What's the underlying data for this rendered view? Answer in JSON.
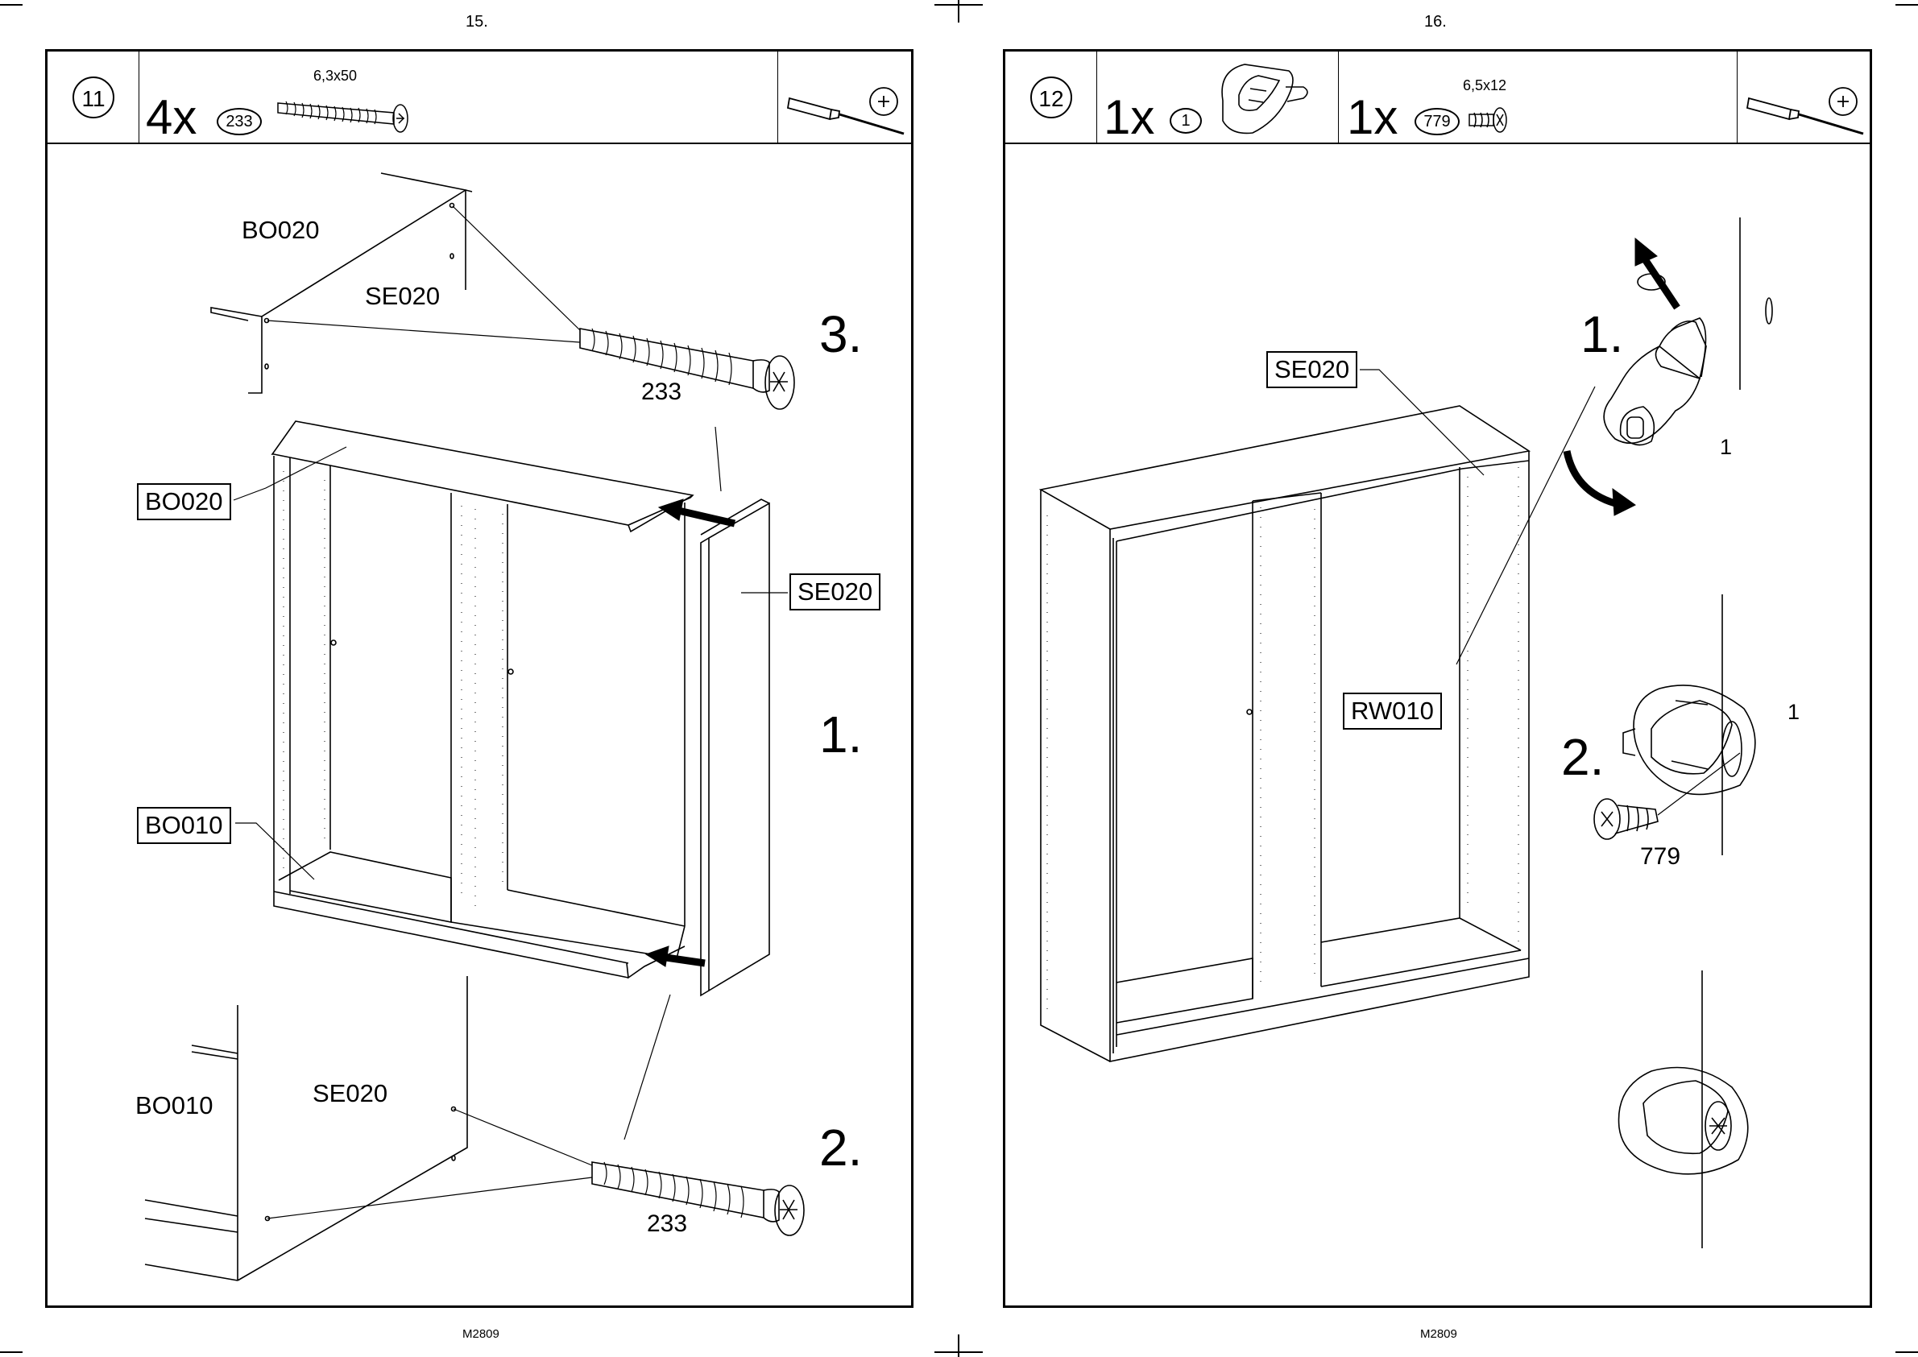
{
  "pages": [
    {
      "page_number": "15.",
      "footer_code": "M2809",
      "step_number": "11",
      "parts": [
        {
          "qty": "4x",
          "part_id": "233",
          "size": "6,3x50"
        }
      ],
      "labels": {
        "top_bo": "BO020",
        "top_se": "SE020",
        "screw_top": "233",
        "box_bo020": "BO020",
        "box_se020": "SE020",
        "box_bo010": "BO010",
        "bottom_bo": "BO010",
        "bottom_se": "SE020",
        "screw_bottom": "233"
      },
      "steps": {
        "s3": "3.",
        "s1": "1.",
        "s2": "2."
      }
    },
    {
      "page_number": "16.",
      "footer_code": "M2809",
      "step_number": "12",
      "parts": [
        {
          "qty": "1x",
          "part_id": "1"
        },
        {
          "qty": "1x",
          "part_id": "779",
          "size": "6,5x12"
        }
      ],
      "labels": {
        "box_se020": "SE020",
        "box_rw010": "RW010",
        "part1_top": "1",
        "part1_mid": "1",
        "screw_779": "779"
      },
      "steps": {
        "s1": "1.",
        "s2": "2."
      }
    }
  ]
}
